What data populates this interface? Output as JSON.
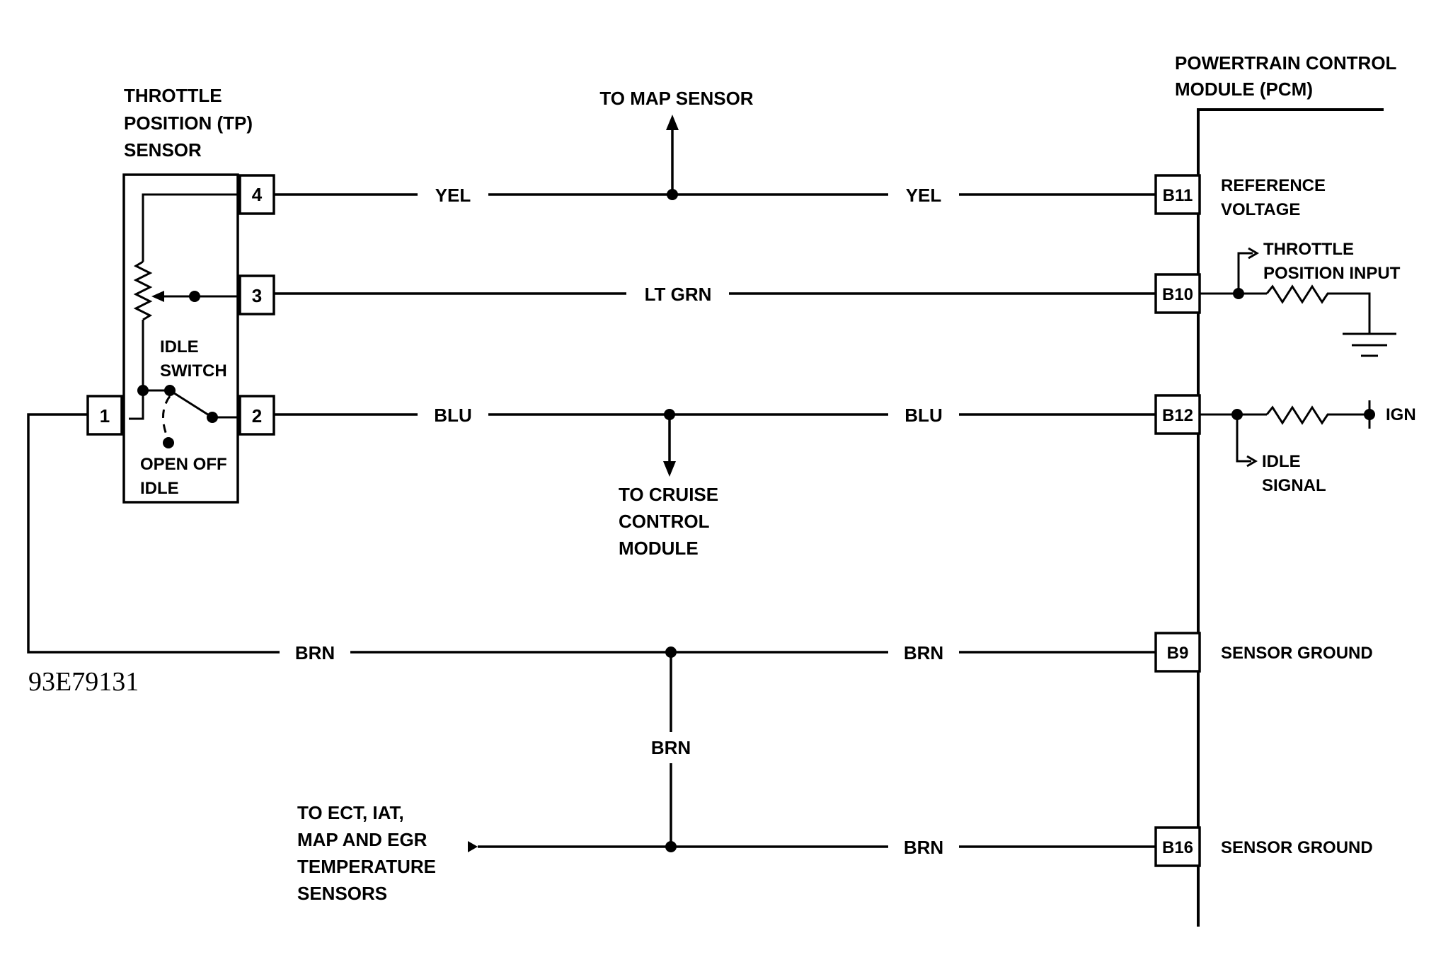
{
  "tp_sensor": {
    "title": [
      "THROTTLE",
      "POSITION (TP)",
      "SENSOR"
    ],
    "pins": [
      "4",
      "3",
      "2",
      "1"
    ],
    "idle_switch": [
      "IDLE",
      "SWITCH"
    ],
    "open_off_idle": [
      "OPEN OFF",
      "IDLE"
    ]
  },
  "pcm": {
    "title": [
      "POWERTRAIN CONTROL",
      "MODULE (PCM)"
    ],
    "pins": [
      "B11",
      "B10",
      "B12",
      "B9",
      "B16"
    ],
    "reference_voltage": [
      "REFERENCE",
      "VOLTAGE"
    ],
    "throttle_position_input": [
      "THROTTLE",
      "POSITION INPUT"
    ],
    "idle_signal": [
      "IDLE",
      "SIGNAL"
    ],
    "ign": "IGN",
    "sensor_ground_b9": "SENSOR GROUND",
    "sensor_ground_b16": "SENSOR GROUND"
  },
  "wires": {
    "yel_left": "YEL",
    "yel_right": "YEL",
    "lt_grn": "LT GRN",
    "blu_left": "BLU",
    "blu_right": "BLU",
    "brn_left": "BRN",
    "brn_right": "BRN",
    "brn_vertical": "BRN",
    "brn_bottom": "BRN"
  },
  "destinations": {
    "map_sensor": "TO MAP SENSOR",
    "cruise_control": [
      "TO CRUISE",
      "CONTROL",
      "MODULE"
    ],
    "other_sensors": [
      "TO ECT, IAT,",
      "MAP AND EGR",
      "TEMPERATURE",
      "SENSORS"
    ]
  },
  "figure_code": "93E79131"
}
